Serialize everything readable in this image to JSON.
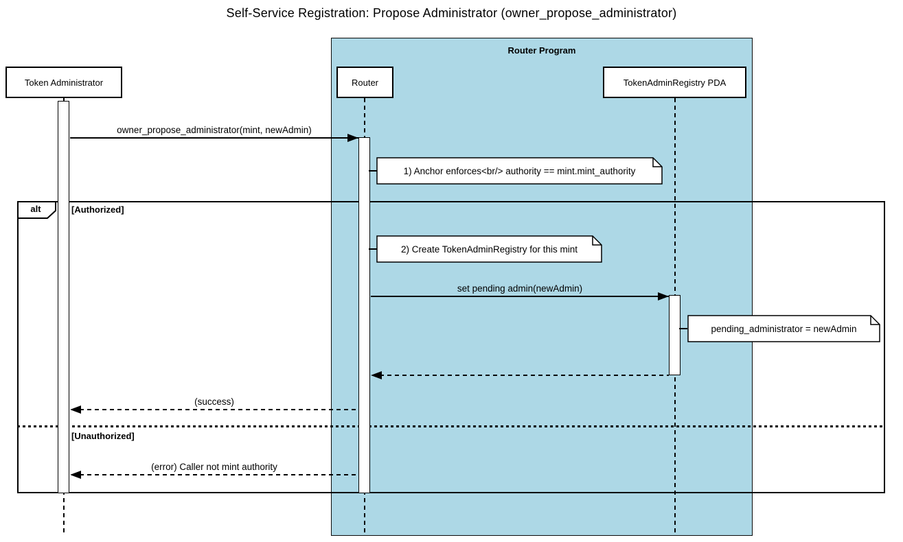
{
  "title": "Self-Service Registration: Propose Administrator (owner_propose_administrator)",
  "colors": {
    "container_fill": "#add8e6",
    "participant_fill": "#ffffff",
    "note_fill": "#ffffff",
    "line_color": "#000000"
  },
  "container": {
    "label": "Router Program"
  },
  "participants": [
    {
      "label": "Token Administrator"
    },
    {
      "label": "Router"
    },
    {
      "label": "TokenAdminRegistry PDA"
    }
  ],
  "alt_frame": {
    "operator": "alt",
    "guards": [
      "[Authorized]",
      "[Unauthorized]"
    ]
  },
  "messages": [
    {
      "label": "owner_propose_administrator(mint, newAdmin)",
      "from": "Token Administrator",
      "to": "Router",
      "style": "solid"
    },
    {
      "label": "set pending admin(newAdmin)",
      "from": "Router",
      "to": "TokenAdminRegistry PDA",
      "style": "solid"
    },
    {
      "label": "",
      "from": "TokenAdminRegistry PDA",
      "to": "Router",
      "style": "dashed"
    },
    {
      "label": "(success)",
      "from": "Router",
      "to": "Token Administrator",
      "style": "dashed"
    },
    {
      "label": "(error) Caller not mint authority",
      "from": "Router",
      "to": "Token Administrator",
      "style": "dashed"
    }
  ],
  "notes": [
    {
      "text": "1) Anchor enforces<br/> authority == mint.mint_authority"
    },
    {
      "text": "2) Create TokenAdminRegistry for this mint"
    },
    {
      "text": "pending_administrator = newAdmin"
    }
  ]
}
